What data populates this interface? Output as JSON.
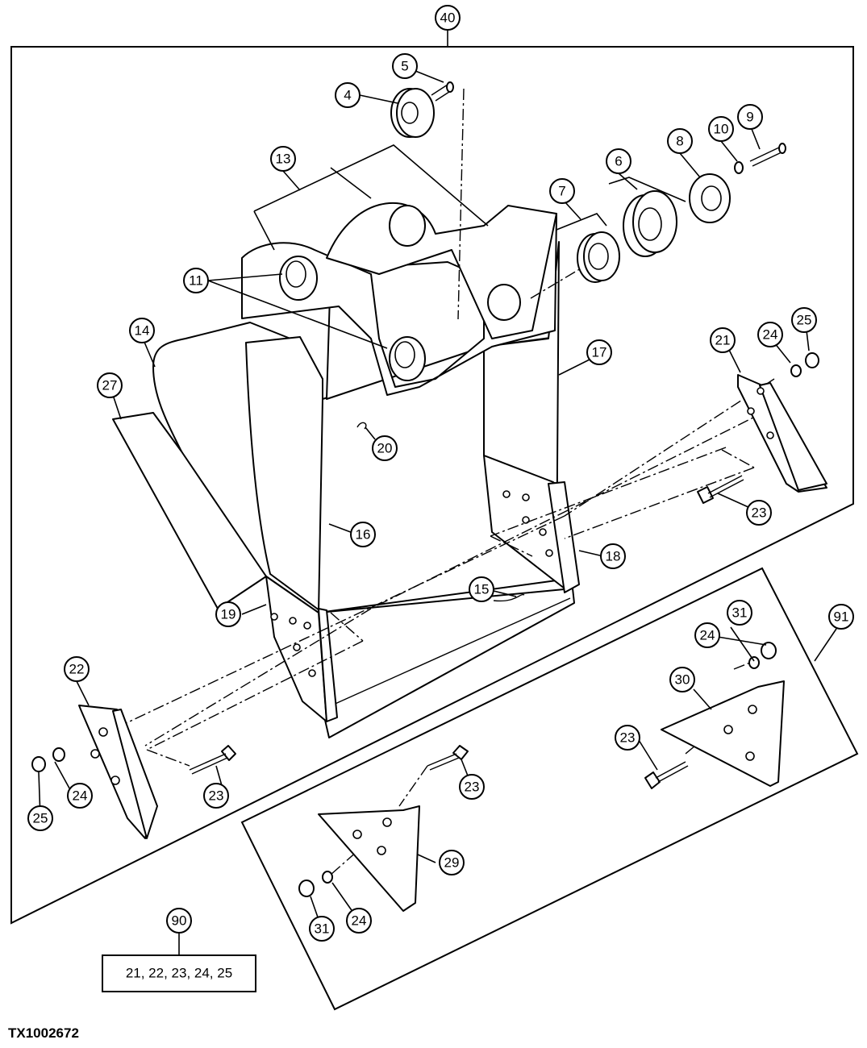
{
  "figure_id": "TX1002672",
  "kit_box_text": "21, 22, 23, 24, 25",
  "callouts": [
    "40",
    "5",
    "4",
    "13",
    "10",
    "9",
    "8",
    "6",
    "7",
    "11",
    "14",
    "27",
    "17",
    "25",
    "24",
    "21",
    "20",
    "23",
    "16",
    "18",
    "15",
    "19",
    "31",
    "91",
    "22",
    "30",
    "24",
    "25",
    "23",
    "23",
    "29",
    "31",
    "24",
    "90"
  ]
}
